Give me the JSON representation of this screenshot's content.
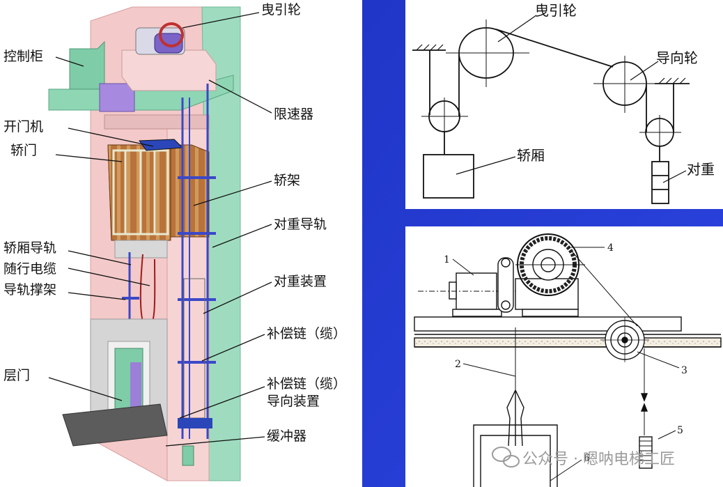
{
  "left_labels": {
    "traction_sheave": "曳引轮",
    "control_cabinet": "控制柜",
    "speed_limiter": "限速器",
    "door_operator": "开门机",
    "car_door": "轿门",
    "car_frame": "轿架",
    "counterweight_rail": "对重导轨",
    "car_rail": "轿厢导轨",
    "traveling_cable": "随行电缆",
    "rail_bracket": "导轨撑架",
    "counterweight_device": "对重装置",
    "compensation_chain": "补偿链（缆）",
    "compensation_guide_line1": "补偿链（缆）",
    "compensation_guide_line2": "导向装置",
    "landing_door": "层门",
    "buffer": "缓冲器"
  },
  "top_right_labels": {
    "traction_sheave": "曳引轮",
    "guide_sheave": "导向轮",
    "car": "轿厢",
    "counterweight": "对重"
  },
  "bottom_right_numbers": [
    "1",
    "2",
    "3",
    "4",
    "5",
    "6"
  ],
  "watermark": {
    "text": "公众号 · 嗯呐电梯工匠"
  },
  "colors": {
    "shaft_pink": "#f2c4c4",
    "machine_green": "#8fd6b4",
    "rail_blue": "#3b48c8",
    "panel_blue": "#2a3fd0",
    "car_brown": "#b06a2e",
    "cabinet_purple": "#9b7fd8"
  }
}
